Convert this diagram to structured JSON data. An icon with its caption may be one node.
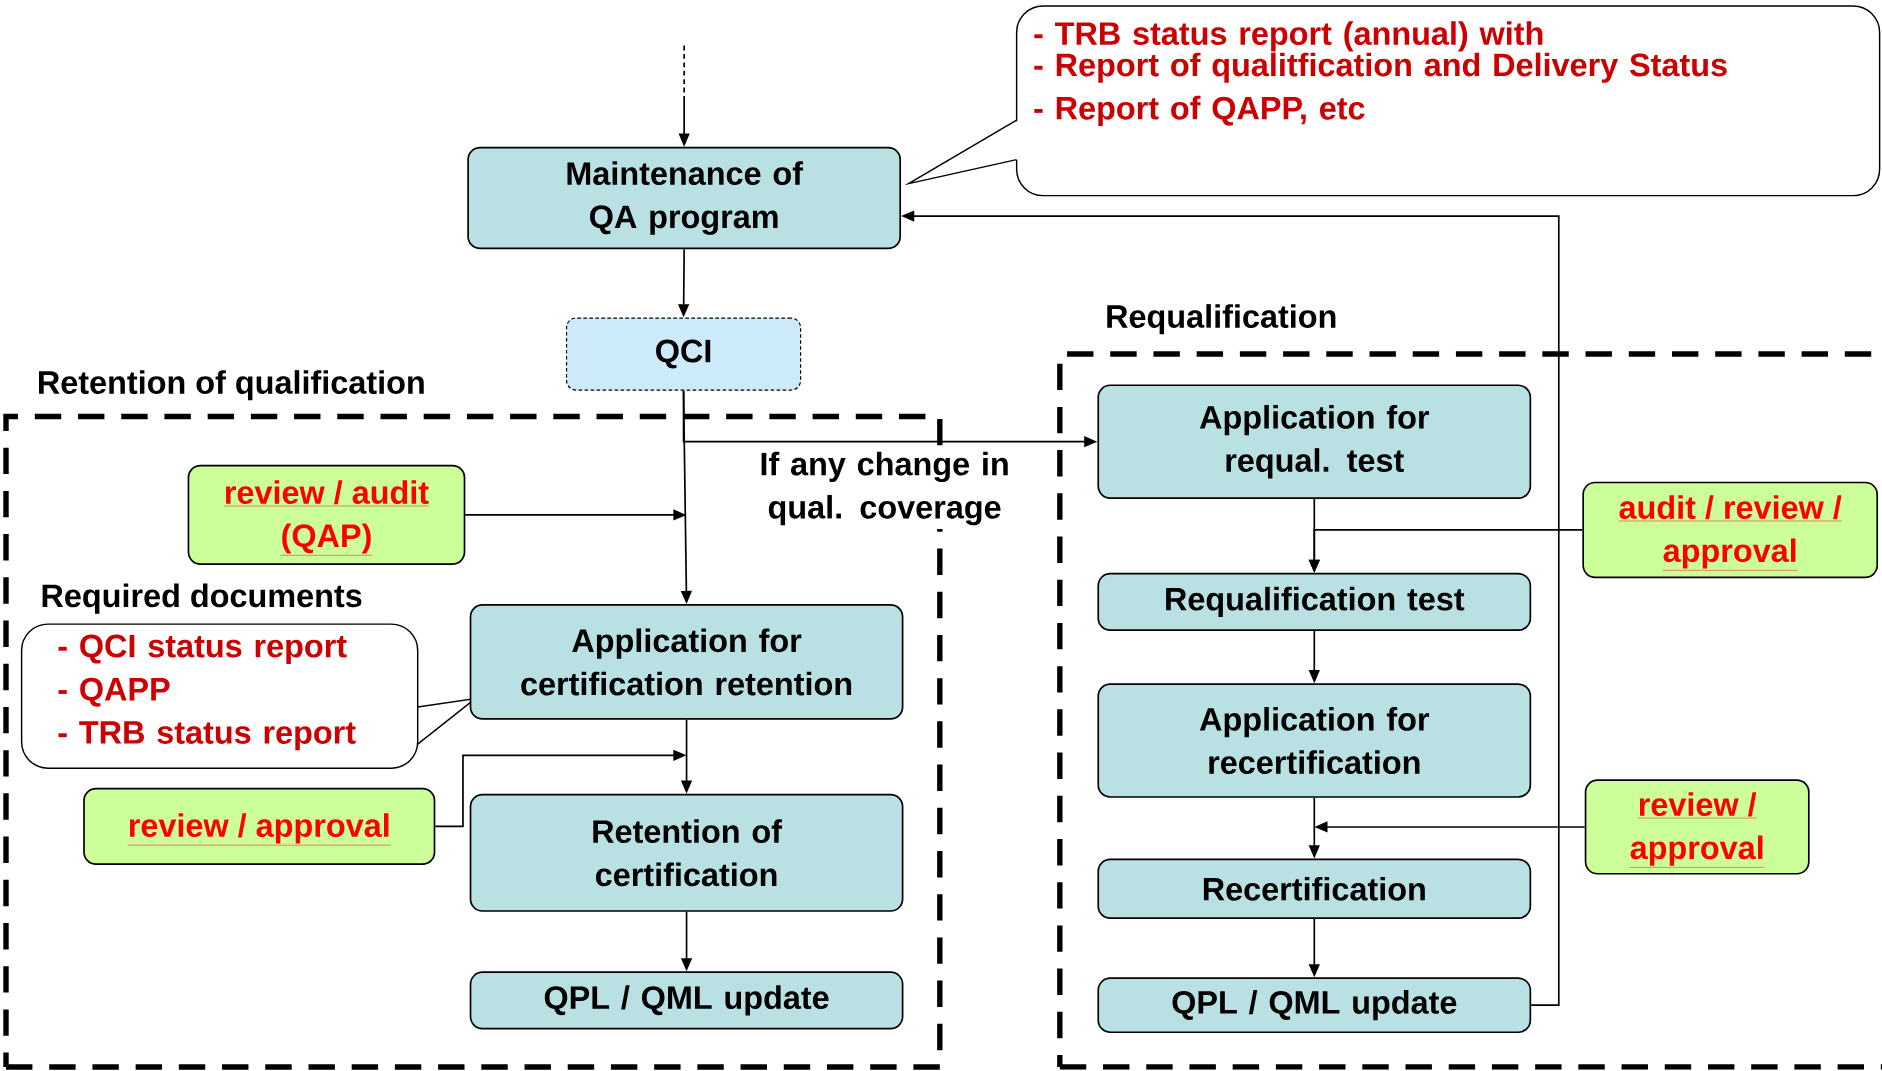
{
  "diagram": {
    "nodes": [
      {
        "text": [
          "Maintenance of QA program"
        ]
      },
      {
        "text": [
          "- TRB status report (annual) with",
          "- Report of qualitfication and Delivery Status",
          "- Report of QAPP, etc"
        ]
      },
      {
        "text": [
          "QCI"
        ]
      },
      {
        "text": [
          "Retention of qualification"
        ]
      },
      {
        "text": [
          "Requalification"
        ]
      },
      {
        "text": [
          "review / audit (QAP)"
        ],
        "in": 3
      },
      {
        "text": [
          "Required documents",
          "- QCI status report",
          "- QAPP",
          "- TRB status report"
        ],
        "in": 3
      },
      {
        "text": [
          "Application for certification retention"
        ],
        "in": 3
      },
      {
        "text": [
          "review / approval"
        ],
        "in": 3
      },
      {
        "text": [
          "Retention of certification"
        ],
        "in": 3
      },
      {
        "text": [
          "QPL / QML update"
        ],
        "in": 3
      },
      {
        "text": [
          "Application for requal. test"
        ],
        "in": 4
      },
      {
        "text": [
          "audit / review / approval"
        ],
        "in": 4
      },
      {
        "text": [
          "Requalification test"
        ],
        "in": 4
      },
      {
        "text": [
          "Application for recertification"
        ],
        "in": 4
      },
      {
        "text": [
          "review / approval"
        ],
        "in": 4
      },
      {
        "text": [
          "Recertification"
        ],
        "in": 4
      },
      {
        "text": [
          "QPL / QML update"
        ],
        "in": 4
      }
    ],
    "edges": [
      {
        "from": null,
        "to": 0,
        "arrow": "to",
        "style": "dashed"
      },
      {
        "from": 0,
        "to": 2,
        "arrow": "to"
      },
      {
        "from": 2,
        "to": 7,
        "arrow": "to"
      },
      {
        "from": 2,
        "to": 11,
        "arrow": "to",
        "label": "If any change in qual. coverage"
      },
      {
        "from": 5,
        "to": 7,
        "arrow": "to"
      },
      {
        "from": 7,
        "to": 9,
        "arrow": "to"
      },
      {
        "from": 8,
        "to": 9,
        "arrow": "to"
      },
      {
        "from": 9,
        "to": 10,
        "arrow": "to"
      },
      {
        "from": 11,
        "to": 13,
        "arrow": "to"
      },
      {
        "from": 12,
        "to": 13,
        "arrow": "to"
      },
      {
        "from": 13,
        "to": 14,
        "arrow": "to"
      },
      {
        "from": 14,
        "to": 16,
        "arrow": "to"
      },
      {
        "from": 15,
        "to": 16,
        "arrow": "to"
      },
      {
        "from": 16,
        "to": 17,
        "arrow": "to"
      },
      {
        "from": 17,
        "to": 0,
        "arrow": "to"
      }
    ]
  }
}
